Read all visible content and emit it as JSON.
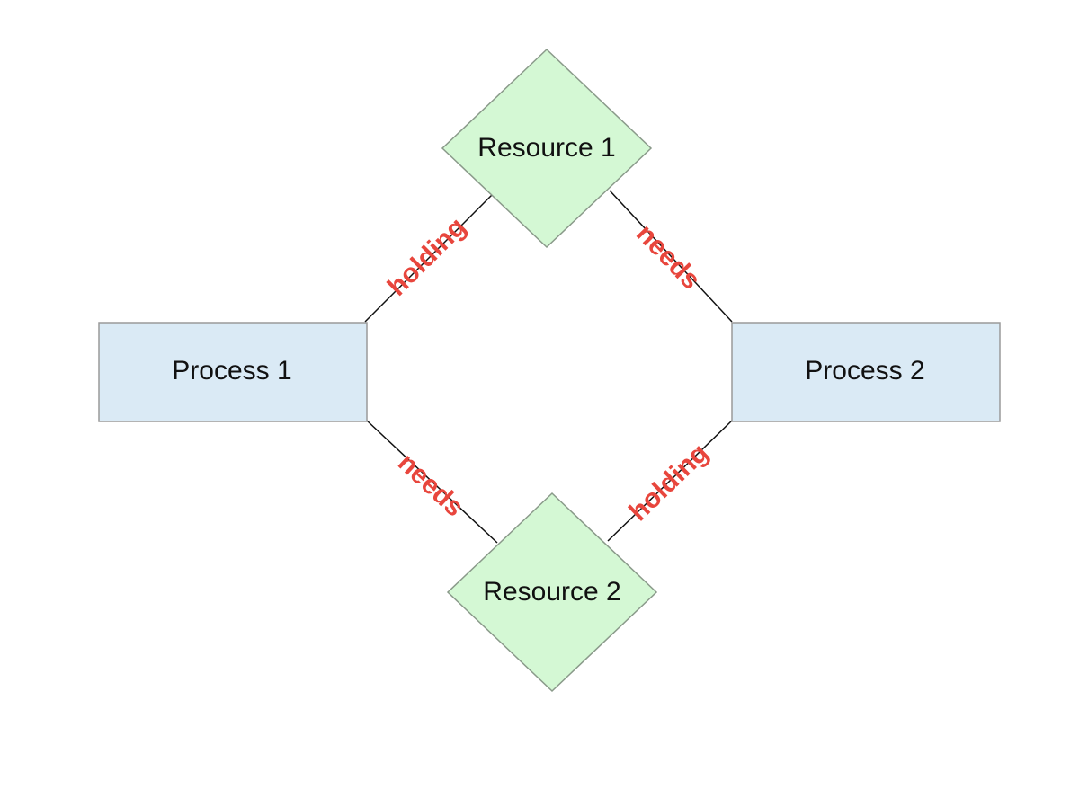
{
  "colors": {
    "process_fill": "#daeaf5",
    "process_stroke": "#9a9a9a",
    "resource_fill": "#d4f8d4",
    "resource_stroke": "#8a9a8a",
    "edge_stroke": "#111111",
    "edge_label": "#e8463d"
  },
  "nodes": {
    "process_1": {
      "label": "Process 1",
      "shape": "rectangle"
    },
    "process_2": {
      "label": "Process 2",
      "shape": "rectangle"
    },
    "resource_1": {
      "label": "Resource 1",
      "shape": "diamond"
    },
    "resource_2": {
      "label": "Resource 2",
      "shape": "diamond"
    }
  },
  "edges": [
    {
      "from": "process_1",
      "to": "resource_1",
      "label": "holding"
    },
    {
      "from": "resource_1",
      "to": "process_2",
      "label": "needs"
    },
    {
      "from": "process_1",
      "to": "resource_2",
      "label": "needs"
    },
    {
      "from": "resource_2",
      "to": "process_2",
      "label": "holding"
    }
  ]
}
